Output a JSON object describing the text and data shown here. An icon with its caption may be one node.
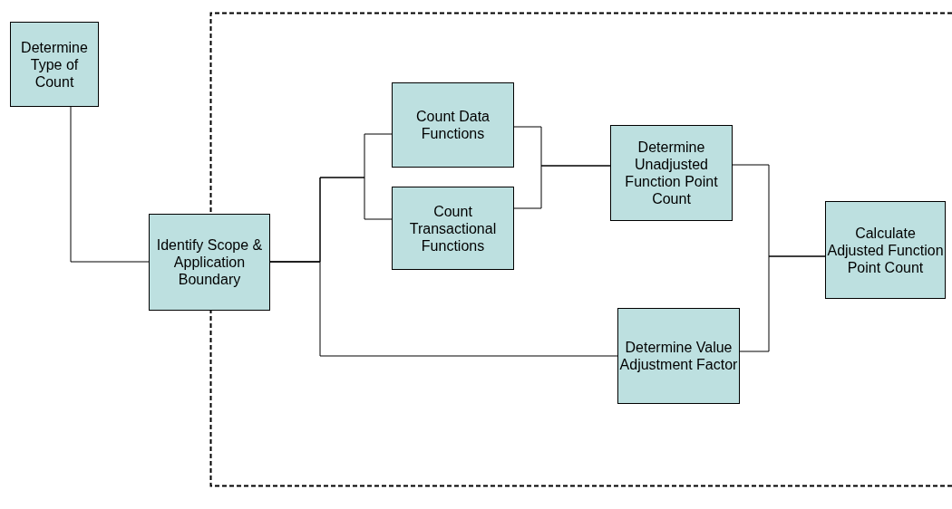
{
  "diagram": {
    "nodes": [
      {
        "text": [
          "Determine Type of Count"
        ]
      },
      {
        "text": [
          "Identify Scope & Application Boundary"
        ]
      },
      {
        "text": [
          "Count Data Functions"
        ]
      },
      {
        "text": [
          "Count Transactional Functions"
        ]
      },
      {
        "text": [
          "Determine Unadjusted Function Point Count"
        ]
      },
      {
        "text": [
          "Determine Value Adjustment Factor"
        ]
      },
      {
        "text": [
          "Calculate Adjusted Function Point Count"
        ]
      }
    ],
    "edges": [
      {
        "from": 0,
        "to": 1,
        "arrow": "none"
      },
      {
        "from": 1,
        "to": 2,
        "arrow": "none"
      },
      {
        "from": 1,
        "to": 3,
        "arrow": "none"
      },
      {
        "from": 1,
        "to": 5,
        "arrow": "none"
      },
      {
        "from": 2,
        "to": 4,
        "arrow": "none"
      },
      {
        "from": 3,
        "to": 4,
        "arrow": "none"
      },
      {
        "from": 4,
        "to": 6,
        "arrow": "none"
      },
      {
        "from": 5,
        "to": 6,
        "arrow": "none"
      }
    ]
  }
}
